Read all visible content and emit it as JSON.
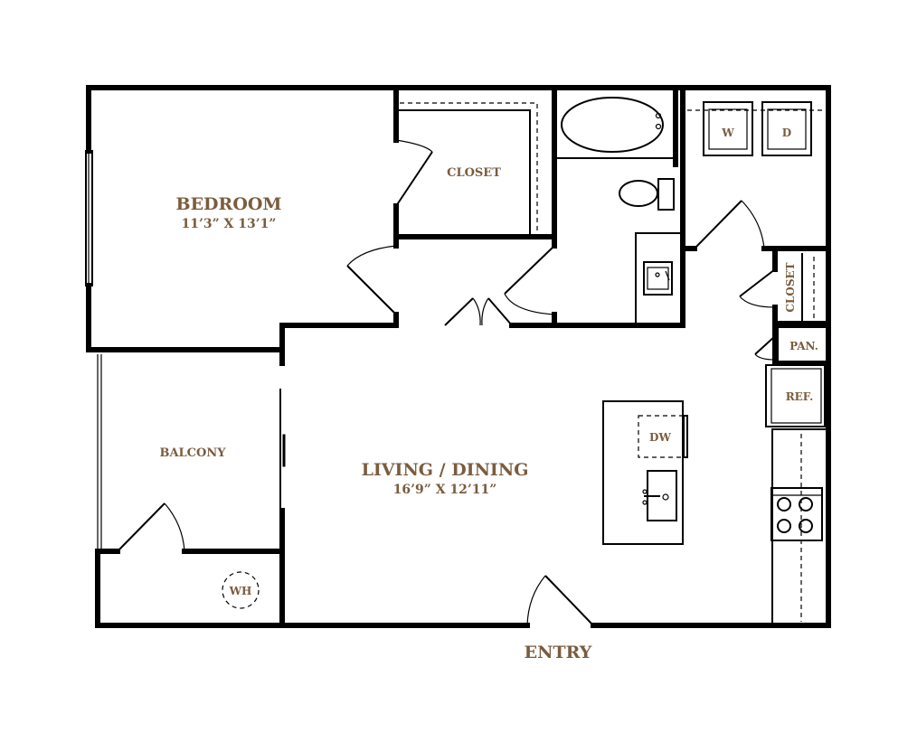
{
  "accent_color": "#7a5c3e",
  "rooms": {
    "bedroom": {
      "name": "BEDROOM",
      "size": "11’3” X 13’1”"
    },
    "living": {
      "name": "LIVING / DINING",
      "size": "16’9” X 12’11”"
    },
    "balcony": {
      "name": "BALCONY"
    }
  },
  "labels": {
    "closet_bedroom": "CLOSET",
    "closet_hall": "CLOSET",
    "pantry": "PAN.",
    "refrigerator": "REF.",
    "dishwasher": "DW",
    "washer": "W",
    "dryer": "D",
    "water_heater": "WH",
    "entry": "ENTRY"
  }
}
